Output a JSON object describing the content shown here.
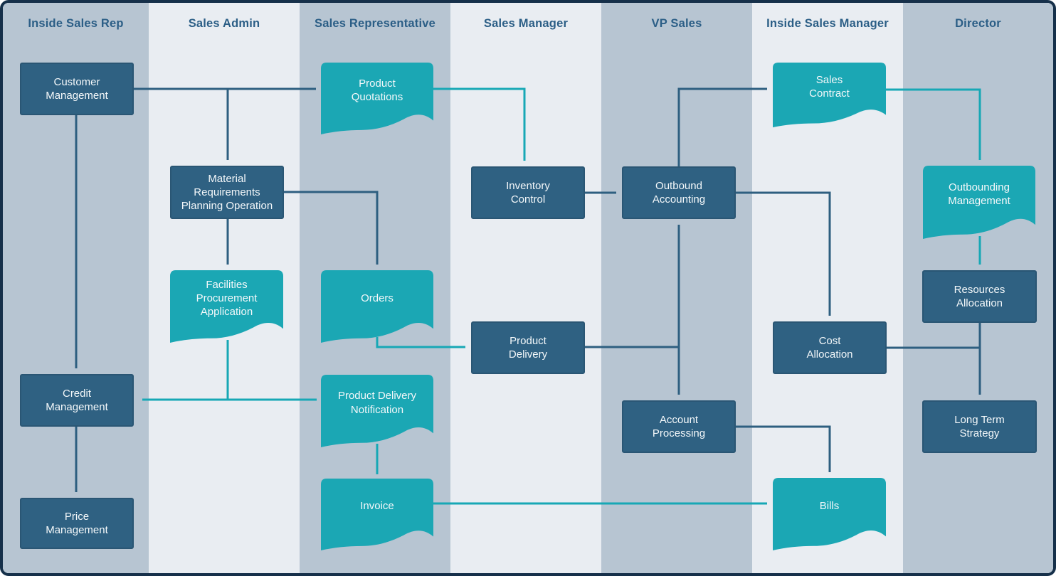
{
  "diagram": {
    "type": "swimlane-flowchart",
    "lanes": [
      {
        "label": "Inside Sales Rep"
      },
      {
        "label": "Sales Admin"
      },
      {
        "label": "Sales Representative"
      },
      {
        "label": "Sales Manager"
      },
      {
        "label": "VP Sales"
      },
      {
        "label": "Inside Sales Manager"
      },
      {
        "label": "Director"
      }
    ],
    "colors": {
      "lane_dark": "#b7c5d2",
      "lane_light": "#e9edf2",
      "process_fill": "#2f6182",
      "document_fill": "#1ba7b4",
      "connector_dark": "#2e5f80",
      "connector_teal": "#17a8b5",
      "header_text": "#2b5e86",
      "node_text": "#ffffff",
      "frame_border": "#16304a"
    },
    "nodes": {
      "customer_management": {
        "label": "Customer\nManagement",
        "shape": "process",
        "lane": "Inside Sales Rep"
      },
      "credit_management": {
        "label": "Credit\nManagement",
        "shape": "process",
        "lane": "Inside Sales Rep"
      },
      "price_management": {
        "label": "Price\nManagement",
        "shape": "process",
        "lane": "Inside Sales Rep"
      },
      "material_requirements_planning_operation": {
        "label": "Material Requirements\nPlanning Operation",
        "shape": "process",
        "lane": "Sales Admin"
      },
      "facilities_procurement_application": {
        "label": "Facilities\nProcurement\nApplication",
        "shape": "document",
        "lane": "Sales Admin"
      },
      "product_quotations": {
        "label": "Product\nQuotations",
        "shape": "document",
        "lane": "Sales Representative"
      },
      "orders": {
        "label": "Orders",
        "shape": "document",
        "lane": "Sales Representative"
      },
      "product_delivery_notification": {
        "label": "Product Delivery\nNotification",
        "shape": "document",
        "lane": "Sales Representative"
      },
      "invoice": {
        "label": "Invoice",
        "shape": "document",
        "lane": "Sales Representative"
      },
      "inventory_control": {
        "label": "Inventory\nControl",
        "shape": "process",
        "lane": "Sales Manager"
      },
      "product_delivery": {
        "label": "Product\nDelivery",
        "shape": "process",
        "lane": "Sales Manager"
      },
      "outbound_accounting": {
        "label": "Outbound\nAccounting",
        "shape": "process",
        "lane": "VP Sales"
      },
      "account_processing": {
        "label": "Account\nProcessing",
        "shape": "process",
        "lane": "VP Sales"
      },
      "sales_contract": {
        "label": "Sales\nContract",
        "shape": "document",
        "lane": "Inside Sales Manager"
      },
      "cost_allocation": {
        "label": "Cost\nAllocation",
        "shape": "process",
        "lane": "Inside Sales Manager"
      },
      "bills": {
        "label": "Bills",
        "shape": "document",
        "lane": "Inside Sales Manager"
      },
      "outbounding_management": {
        "label": "Outbounding\nManagement",
        "shape": "document",
        "lane": "Director"
      },
      "resources_allocation": {
        "label": "Resources\nAllocation",
        "shape": "process",
        "lane": "Director"
      },
      "long_term_strategy": {
        "label": "Long Term\nStrategy",
        "shape": "process",
        "lane": "Director"
      }
    },
    "connections": [
      {
        "from": "customer_management",
        "to": "product_quotations",
        "color": "dark"
      },
      {
        "from": "customer_management",
        "to": "material_requirements_planning_operation",
        "color": "dark"
      },
      {
        "from": "customer_management",
        "to": "credit_management",
        "color": "dark"
      },
      {
        "from": "material_requirements_planning_operation",
        "to": "facilities_procurement_application",
        "color": "dark"
      },
      {
        "from": "material_requirements_planning_operation",
        "to": "orders",
        "color": "dark"
      },
      {
        "from": "product_quotations",
        "to": "inventory_control",
        "color": "teal"
      },
      {
        "from": "inventory_control",
        "to": "outbound_accounting",
        "color": "dark"
      },
      {
        "from": "outbound_accounting",
        "to": "sales_contract",
        "color": "dark"
      },
      {
        "from": "outbound_accounting",
        "to": "cost_allocation",
        "color": "dark"
      },
      {
        "from": "product_delivery",
        "to": "outbound_accounting",
        "color": "dark"
      },
      {
        "from": "product_delivery",
        "to": "account_processing",
        "color": "dark"
      },
      {
        "from": "orders",
        "to": "product_delivery",
        "color": "teal"
      },
      {
        "from": "facilities_procurement_application",
        "to": "credit_management",
        "color": "teal"
      },
      {
        "from": "facilities_procurement_application",
        "to": "product_delivery_notification",
        "color": "teal"
      },
      {
        "from": "product_delivery_notification",
        "to": "invoice",
        "color": "teal"
      },
      {
        "from": "invoice",
        "to": "bills",
        "color": "teal"
      },
      {
        "from": "account_processing",
        "to": "bills",
        "color": "dark"
      },
      {
        "from": "sales_contract",
        "to": "outbounding_management",
        "color": "teal"
      },
      {
        "from": "outbounding_management",
        "to": "resources_allocation",
        "color": "teal"
      },
      {
        "from": "resources_allocation",
        "to": "long_term_strategy",
        "color": "dark"
      },
      {
        "from": "cost_allocation",
        "to": "long_term_strategy",
        "color": "dark"
      },
      {
        "from": "credit_management",
        "to": "price_management",
        "color": "dark"
      }
    ]
  }
}
